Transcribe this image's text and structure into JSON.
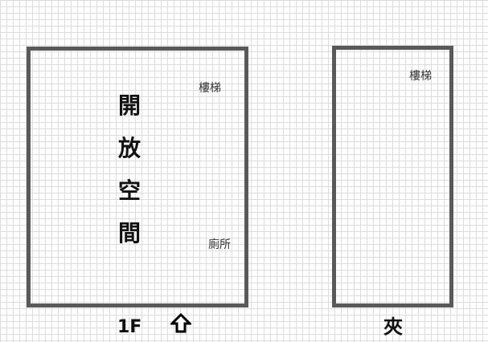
{
  "rooms": {
    "first_floor": {
      "floor_label": "1F",
      "open_space_chars": [
        "開",
        "放",
        "空",
        "間"
      ],
      "stairs_label": "樓梯",
      "toilet_label": "廁所"
    },
    "mezzanine": {
      "floor_label": "夾",
      "stairs_label": "樓梯"
    }
  },
  "colors": {
    "wall": "#595959",
    "grid": "#dcdcdc",
    "text": "#111111"
  },
  "icons": {
    "entrance": "up-arrow-icon"
  }
}
